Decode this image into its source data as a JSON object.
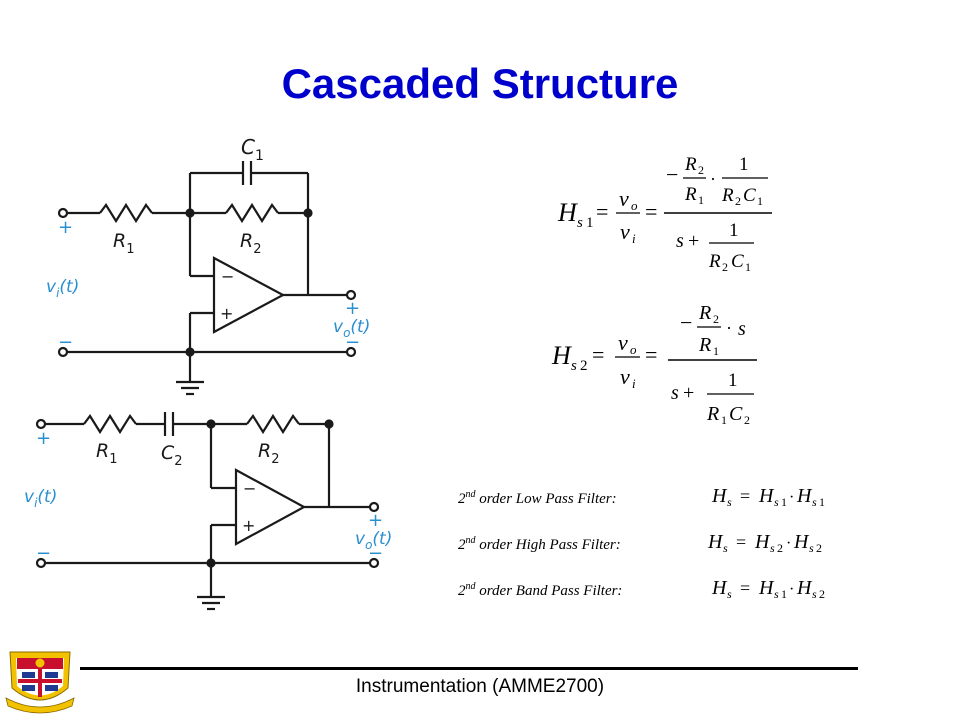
{
  "slide": {
    "title": "Cascaded Structure",
    "footer": "Instrumentation (AMME2700)",
    "accent_color": "#0000cc",
    "terminal_color": "#2a8fd0"
  },
  "circuit1": {
    "label_c1": "C1",
    "label_r1": "R1",
    "label_r2": "R2",
    "input_label": "vi(t)",
    "output_label": "vo(t)",
    "plus": "+",
    "minus": "−"
  },
  "circuit2": {
    "label_r1": "R1",
    "label_c2": "C2",
    "label_r2": "R2",
    "input_label": "vi(t)",
    "output_label": "vo(t)",
    "plus": "+",
    "minus": "−"
  },
  "equations": {
    "hs1": "Hs1 = vo/vi = (−(R2/R1)·1/(R2C1)) / (s + 1/(R2C1))",
    "hs2": "Hs2 = vo/vi = (−(R2/R1)·s) / (s + 1/(R1C2))"
  },
  "filters": [
    {
      "label": "2nd order Low Pass Filter:",
      "formula": "Hs = Hs1 · Hs1"
    },
    {
      "label": "2nd order High Pass Filter:",
      "formula": "Hs = Hs2 · Hs2"
    },
    {
      "label": "2nd order Band Pass Filter:",
      "formula": "Hs = Hs1 · Hs2"
    }
  ]
}
